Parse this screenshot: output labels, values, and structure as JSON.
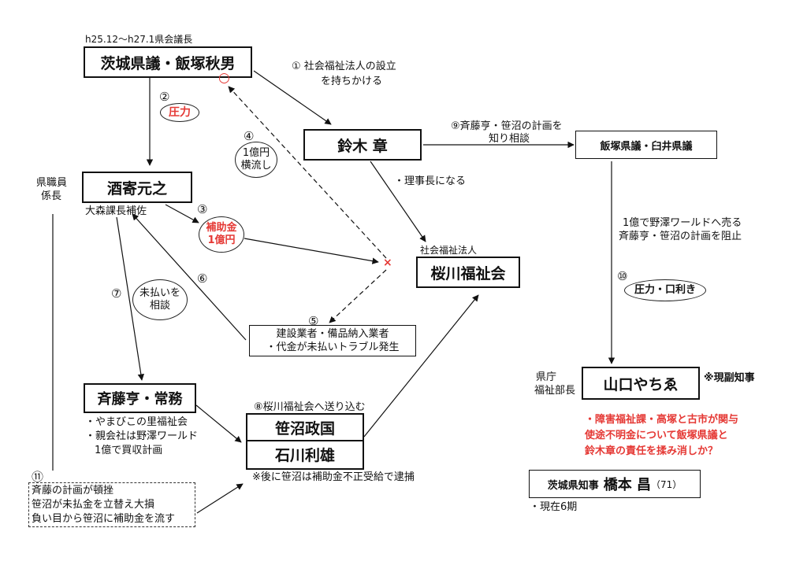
{
  "top_note": "h25.12〜h27.1県会議長",
  "iizuka": "茨城県議・飯塚秋男",
  "suzuki": "鈴木 章",
  "sakai": "酒寄元之",
  "sakai_role_left1": "県職員",
  "sakai_role_left2": "係長",
  "sakai_sub": "大森課長補佐",
  "sakuragawa_label": "社会福祉法人",
  "sakuragawa": "桜川福祉会",
  "iizuka_usui": "飯塚県議・臼井県議",
  "contractor1": "建設業者・備品納入業者",
  "contractor2": "・代金が未払いトラブル発生",
  "saito": "斉藤亨・常務",
  "saito_notes": [
    "・やまびこの里福祉会",
    "・親会社は野澤ワールド",
    "1億で買収計画"
  ],
  "sasanuma": "笹沼政国",
  "ishikawa": "石川利雄",
  "arrest_note": "※後に笹沼は補助金不正受給で逮捕",
  "yamaguchi_label1": "県庁",
  "yamaguchi_label2": "福祉部長",
  "yamaguchi": "山口やちゑ",
  "vice_gov": "※現副知事",
  "red_note": [
    "・障害福祉課・高塚と古市が関与",
    "使途不明金について飯塚県議と",
    "鈴木章の責任を揉み消しか？"
  ],
  "governor_prefix": "茨城県知事",
  "governor_name": "橋本 昌",
  "governor_age": "（71）",
  "governor_note": "・現在6期",
  "step1a": "① 社会福祉法人の設立",
  "step1b": "を持ちかける",
  "step2_num": "②",
  "step2": "圧力",
  "step3_num": "③",
  "step3a": "補助金",
  "step3b": "1億円",
  "step4_num": "④",
  "step4a": "1億円",
  "step4b": "横流し",
  "step5": "⑤",
  "step6": "⑥",
  "step7": "⑦",
  "step7_ellipse_a": "未払いを",
  "step7_ellipse_b": "相談",
  "step8": "⑧桜川福祉会へ送り込む",
  "step9a": "⑨斉藤亨・笹沼の計画を",
  "step9b": "知り相談",
  "rijicho": "・理事長になる",
  "step10_note1": "1億で野澤ワールドへ売る",
  "step10_note2": "斉藤亨・笹沼の計画を阻止",
  "step10_num": "⑩",
  "step10": "圧力・口利き",
  "step11_num": "⑪",
  "step11": [
    "斉藤の計画が頓挫",
    "笹沼が未払金を立替え大損",
    "負い目から笹沼に補助金を流す"
  ],
  "circle_mark": "○",
  "x_mark": "×",
  "colors": {
    "accent_red": "#e53935",
    "ink": "#111111"
  }
}
